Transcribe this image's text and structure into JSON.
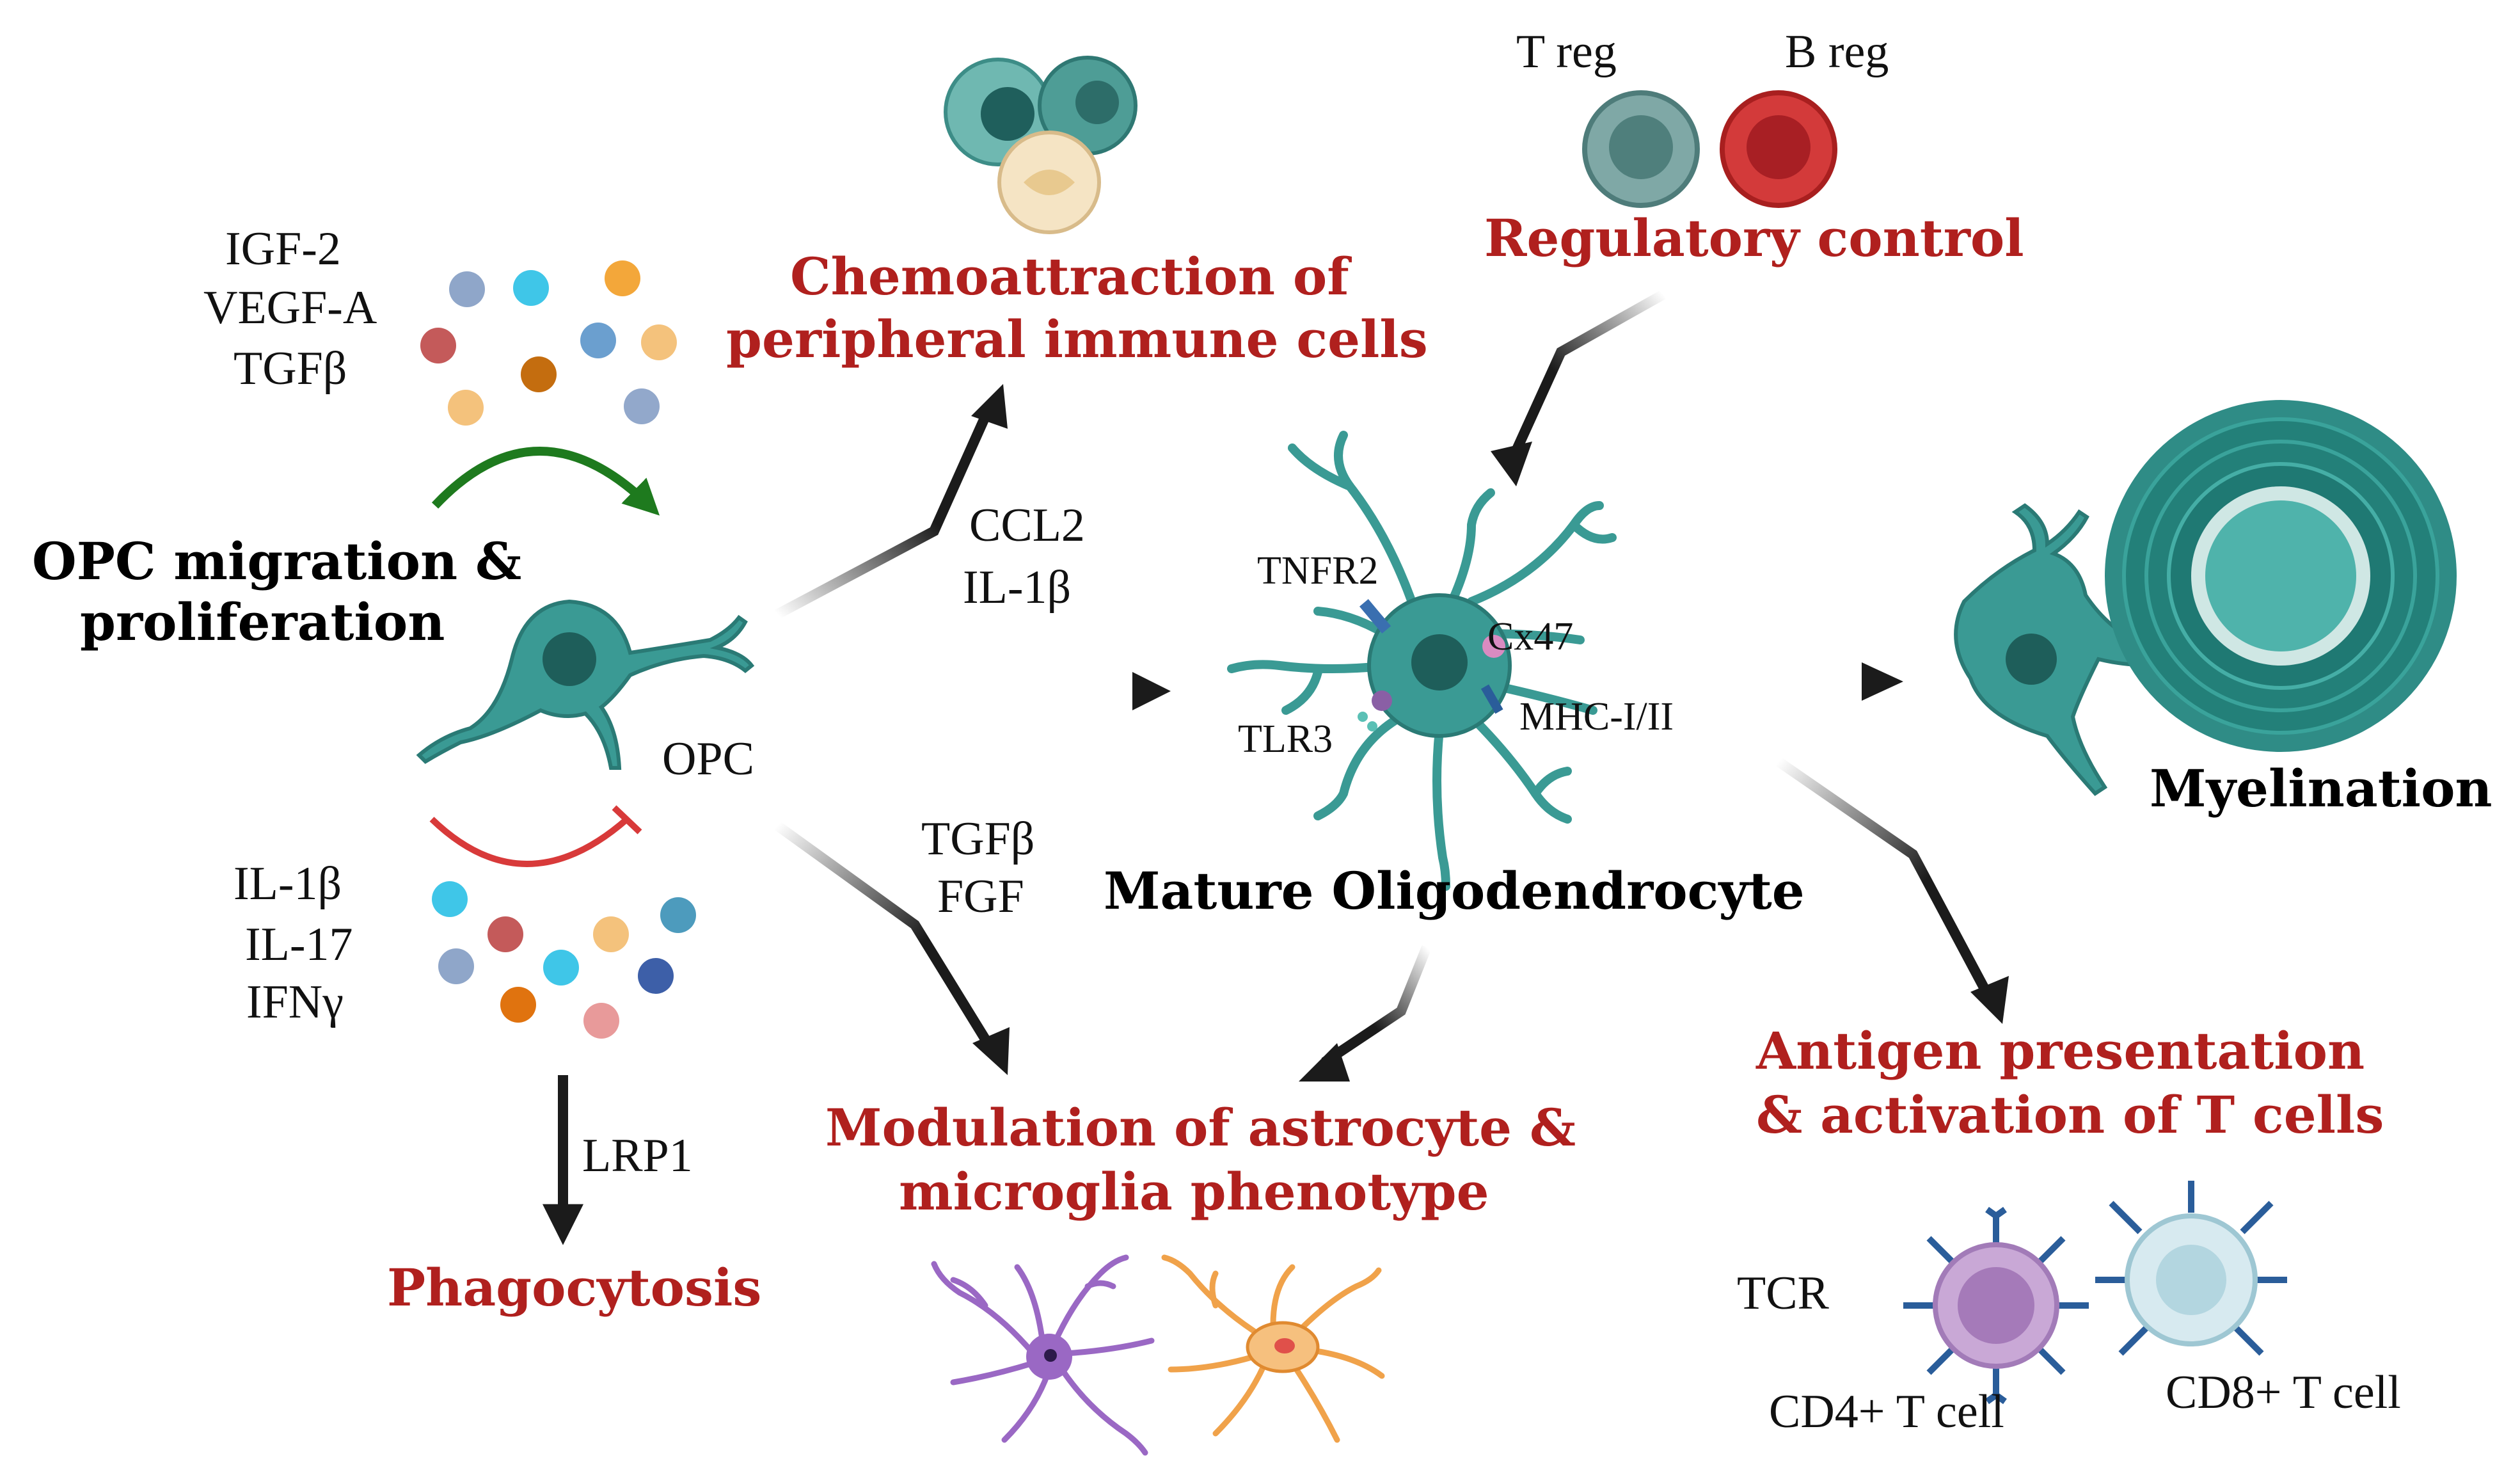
{
  "colors": {
    "accent_red": "#b0201e",
    "cell_teal": "#3a9a94",
    "arrow": "#1b1b1b",
    "inhibit": "#d83a3a",
    "promote": "#1e7a1e"
  },
  "labels": {
    "treg": "T reg",
    "breg": "B reg",
    "regulatory_control": "Regulatory control",
    "chemo_line1": "Chemoattraction of",
    "chemo_line2": "peripheral immune cells",
    "factors_top": [
      "IGF-2",
      "VEGF-A",
      "TGFβ"
    ],
    "opc_migration_line1": "OPC migration &",
    "opc_migration_line2": "proliferation",
    "ccl2": "CCL2",
    "il1b": "IL-1β",
    "tnfr2": "TNFR2",
    "cx47": "Cx47",
    "tlr3": "TLR3",
    "mhc": "MHC-I/II",
    "opc": "OPC",
    "factors_bottom": [
      "IL-1β",
      "IL-17",
      "IFNγ"
    ],
    "tgfb": "TGFβ",
    "fgf": "FGF",
    "mature_oligo": "Mature Oligodendrocyte",
    "myelination": "Myelination",
    "antigen_line1": "Antigen presentation",
    "antigen_line2": "& activation of T cells",
    "lrp1": "LRP1",
    "phagocytosis": "Phagocytosis",
    "modulation_line1": "Modulation of astrocyte &",
    "modulation_line2": "microglia phenotype",
    "tcr": "TCR",
    "cd4": "CD4+ T cell",
    "cd8": "CD8+ T cell"
  },
  "icons": [
    "treg-cell-icon",
    "breg-cell-icon",
    "immune-cells-icon",
    "opc-cell-icon",
    "mature-oligodendrocyte-icon",
    "myelinating-oligodendrocyte-icon",
    "astrocyte-icon",
    "microglia-icon",
    "cd4-t-cell-icon",
    "cd8-t-cell-icon"
  ]
}
